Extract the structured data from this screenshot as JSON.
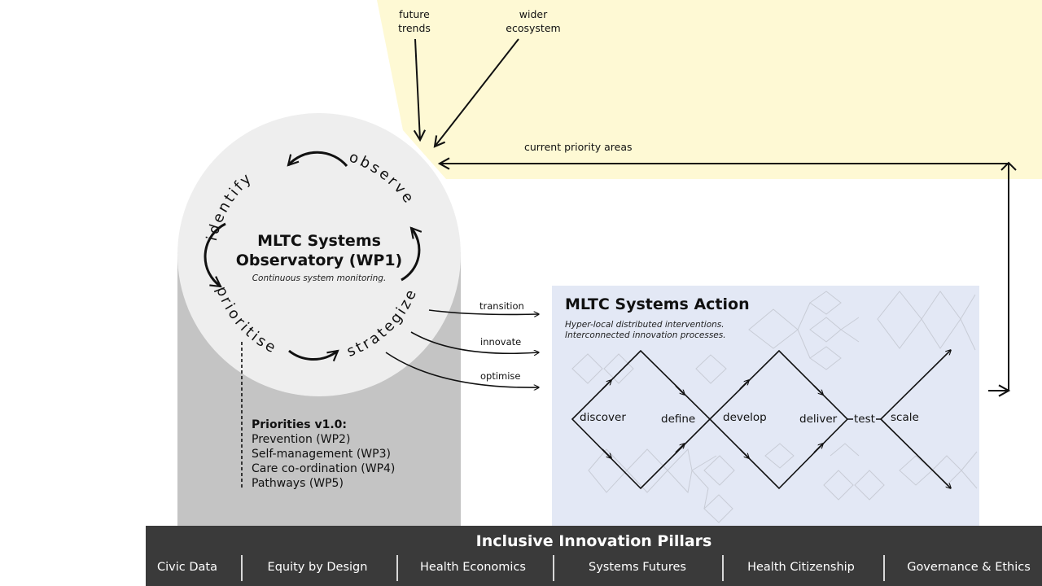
{
  "context": {
    "future_trends": "future\ntrends",
    "wider_ecosystem": "wider\necosystem",
    "current_priority": "current priority areas"
  },
  "cycle": {
    "identify": "identify",
    "observe": "observe",
    "strategize": "strategize",
    "prioritise": "prioritise"
  },
  "observatory": {
    "title_line1": "MLTC Systems",
    "title_line2": "Observatory (WP1)",
    "subtitle": "Continuous system monitoring."
  },
  "flows": {
    "transition": "transition",
    "innovate": "innovate",
    "optimise": "optimise"
  },
  "priorities": {
    "heading": "Priorities v1.0:",
    "items": [
      "Prevention (WP2)",
      "Self-management (WP3)",
      "Care co-ordination (WP4)",
      "Pathways (WP5)"
    ]
  },
  "action": {
    "title": "MLTC Systems Action",
    "subtitle_line1": "Hyper-local distributed interventions.",
    "subtitle_line2": "Interconnected innovation processes.",
    "stages": {
      "discover": "discover",
      "define": "define",
      "develop": "develop",
      "deliver": "deliver",
      "test": "test",
      "scale": "scale"
    }
  },
  "pillars": {
    "title": "Inclusive Innovation Pillars",
    "items": [
      "Civic Data",
      "Equity by Design",
      "Health Economics",
      "Systems Futures",
      "Health Citizenship",
      "Governance & Ethics"
    ]
  },
  "colors": {
    "context_yellow": "#fef9d4",
    "observatory_circle": "#eeeeee",
    "observatory_column": "#c4c4c4",
    "action_panel": "#e3e8f5",
    "pillars_bar": "#3a3a3a"
  }
}
